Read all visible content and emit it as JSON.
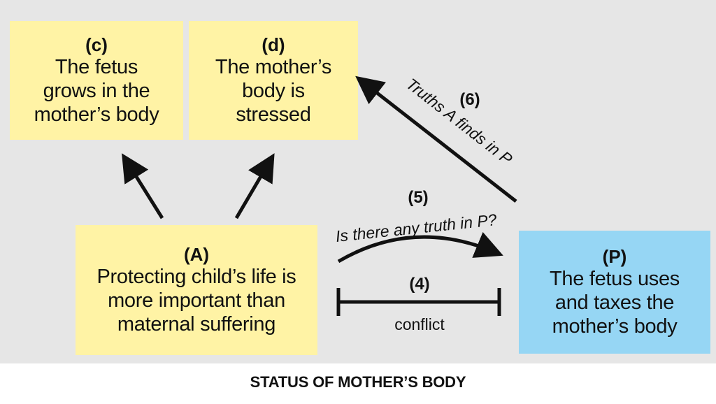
{
  "boxes": {
    "c": {
      "label": "(c)",
      "text": "The fetus grows in the mother’s body",
      "color": "#fff3a5"
    },
    "d": {
      "label": "(d)",
      "text": "The mother’s body is stressed",
      "color": "#fff3a5"
    },
    "a": {
      "label": "(A)",
      "text": "Protecting child’s life is more important than maternal suffering",
      "color": "#fff3a5"
    },
    "p": {
      "label": "(P)",
      "text": "The fetus uses and taxes the mother’s body",
      "color": "#96d6f4"
    }
  },
  "links": {
    "l4": {
      "number": "(4)",
      "text": "conflict"
    },
    "l5": {
      "number": "(5)",
      "text": "Is there any truth in P?"
    },
    "l6": {
      "number": "(6)",
      "text": "Truths A finds in P"
    }
  },
  "caption": "STATUS OF MOTHER’S BODY"
}
